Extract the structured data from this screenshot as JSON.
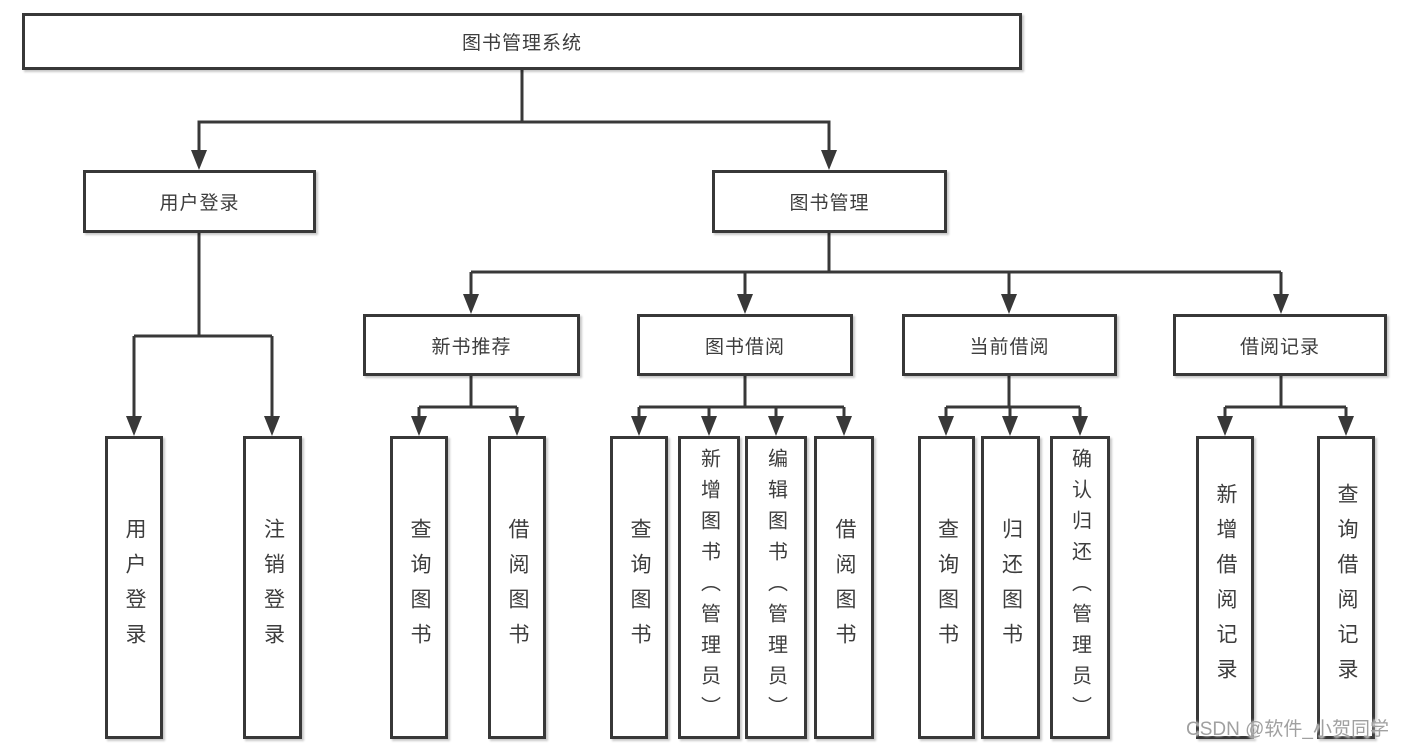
{
  "diagram": {
    "root": "图书管理系统",
    "level2": [
      {
        "label": "用户登录",
        "children": [
          "用户登录",
          "注销登录"
        ]
      },
      {
        "label": "图书管理"
      }
    ],
    "level3": [
      {
        "label": "新书推荐",
        "children": [
          "查询图书",
          "借阅图书"
        ]
      },
      {
        "label": "图书借阅",
        "children": [
          "查询图书",
          "新增图书（管理员）",
          "编辑图书（管理员）",
          "借阅图书"
        ]
      },
      {
        "label": "当前借阅",
        "children": [
          "查询图书",
          "归还图书",
          "确认归还（管理员）"
        ]
      },
      {
        "label": "借阅记录",
        "children": [
          "新增借阅记录",
          "查询借阅记录"
        ]
      }
    ]
  },
  "watermark": "CSDN @软件_小贺同学",
  "colors": {
    "line": "#383838",
    "text": "#3d3d3d",
    "watermark_text": "#a0a0a0",
    "background": "#ffffff"
  }
}
